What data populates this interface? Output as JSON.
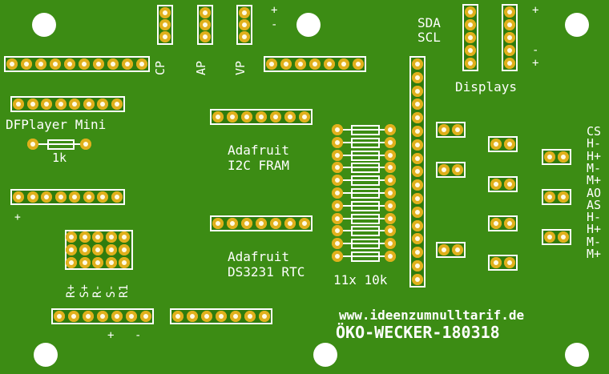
{
  "board": {
    "background": "#3c8c14",
    "pad_color": "#e0b01c",
    "silkscreen_color": "#ffffff",
    "hole_color": "#ffffff"
  },
  "labels": {
    "pin_plus_top": "+",
    "pin_minus_top": "-",
    "cp": "CP",
    "ap": "AP",
    "vp": "VP",
    "sda": "SDA",
    "scl": "SCL",
    "disp_plus_1": "+",
    "disp_minus": "-",
    "disp_plus_2": "+",
    "displays": "Displays",
    "dfplayer": "DFPlayer Mini",
    "r1k": "1k",
    "fram_1": "Adafruit",
    "fram_2": "I2C FRAM",
    "rtc_1": "Adafruit",
    "rtc_2": "DS3231 RTC",
    "res_array": "11x 10k",
    "left_plus": "+",
    "rs_labels": [
      "R+",
      "S+",
      "R-",
      "S-",
      "R1"
    ],
    "bottom_plus": "+",
    "bottom_minus": "-",
    "website": "www.ideenzumnulltarif.de",
    "board_name": "ÖKO-WECKER-180318",
    "right_column": [
      "CS",
      "H-",
      "H+",
      "M-",
      "M+",
      "AO",
      "AS",
      "H-",
      "H+",
      "M-",
      "M+"
    ]
  }
}
